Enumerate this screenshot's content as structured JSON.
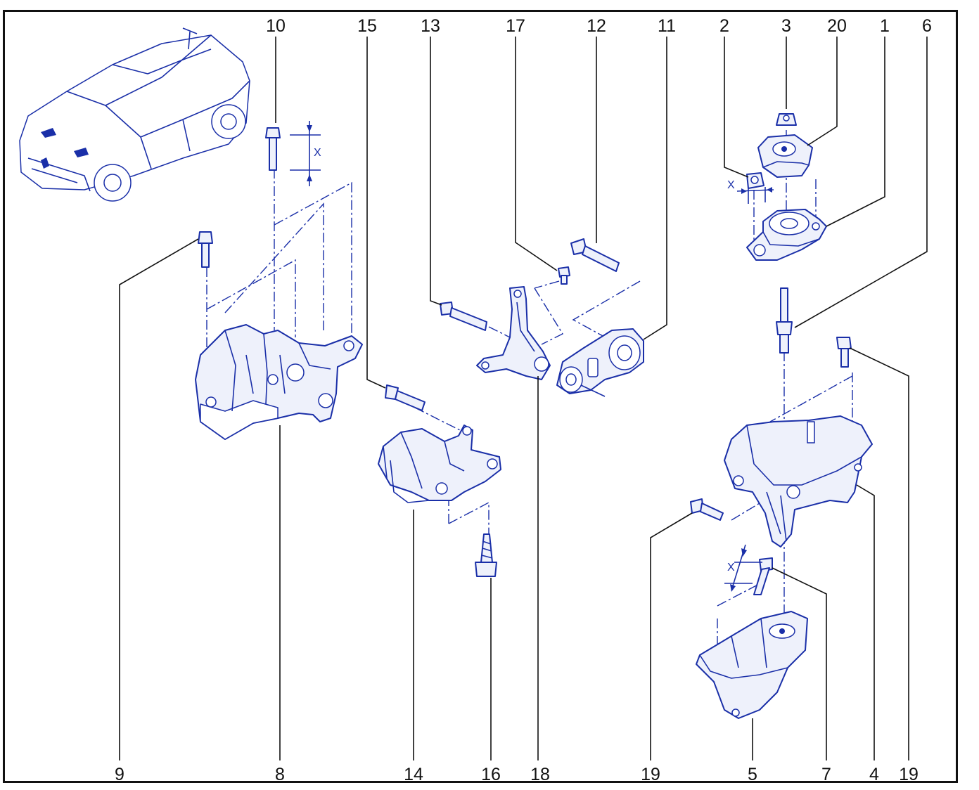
{
  "labels_top": [
    "10",
    "15",
    "13",
    "17",
    "12",
    "11",
    "2",
    "3",
    "20",
    "1",
    "6"
  ],
  "labels_bottom": [
    "9",
    "8",
    "14",
    "16",
    "18",
    "19",
    "5",
    "7",
    "4",
    "19"
  ],
  "dimension_label": "X",
  "colors": {
    "line_art": "#1a2fa8",
    "text": "#111111",
    "frame": "#111111"
  }
}
